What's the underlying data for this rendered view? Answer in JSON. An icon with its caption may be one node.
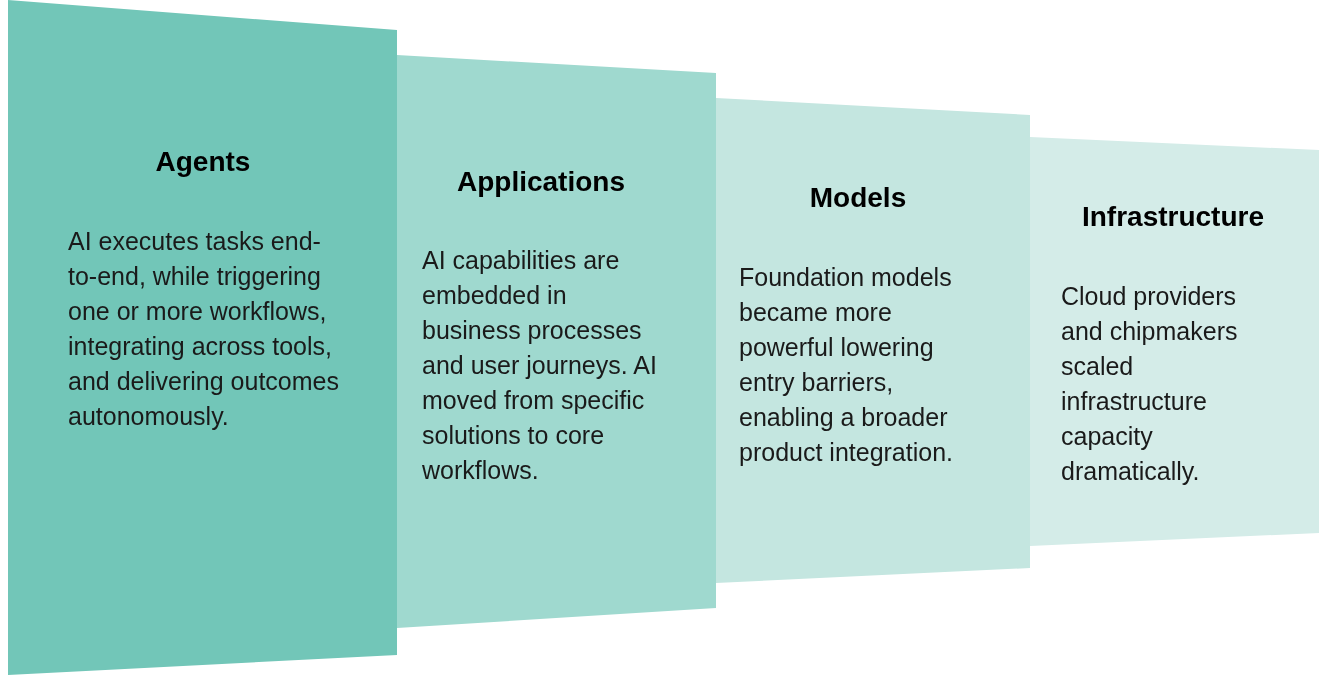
{
  "diagram": {
    "nodes": [
      {
        "text": [
          "Agents",
          "AI executes tasks end-to-end, while triggering one or more workflows, integrating across tools, and delivering outcomes autonomously."
        ]
      },
      {
        "text": [
          "Applications",
          "AI capabilities are embedded in business processes and user journeys. AI moved from specific solutions to core workflows."
        ]
      },
      {
        "text": [
          "Models",
          "Foundation models became more powerful lowering entry barriers, enabling a broader product integration."
        ]
      },
      {
        "text": [
          "Infrastructure",
          "Cloud providers and chipmakers scaled infrastructure capacity dramatically."
        ]
      }
    ]
  }
}
